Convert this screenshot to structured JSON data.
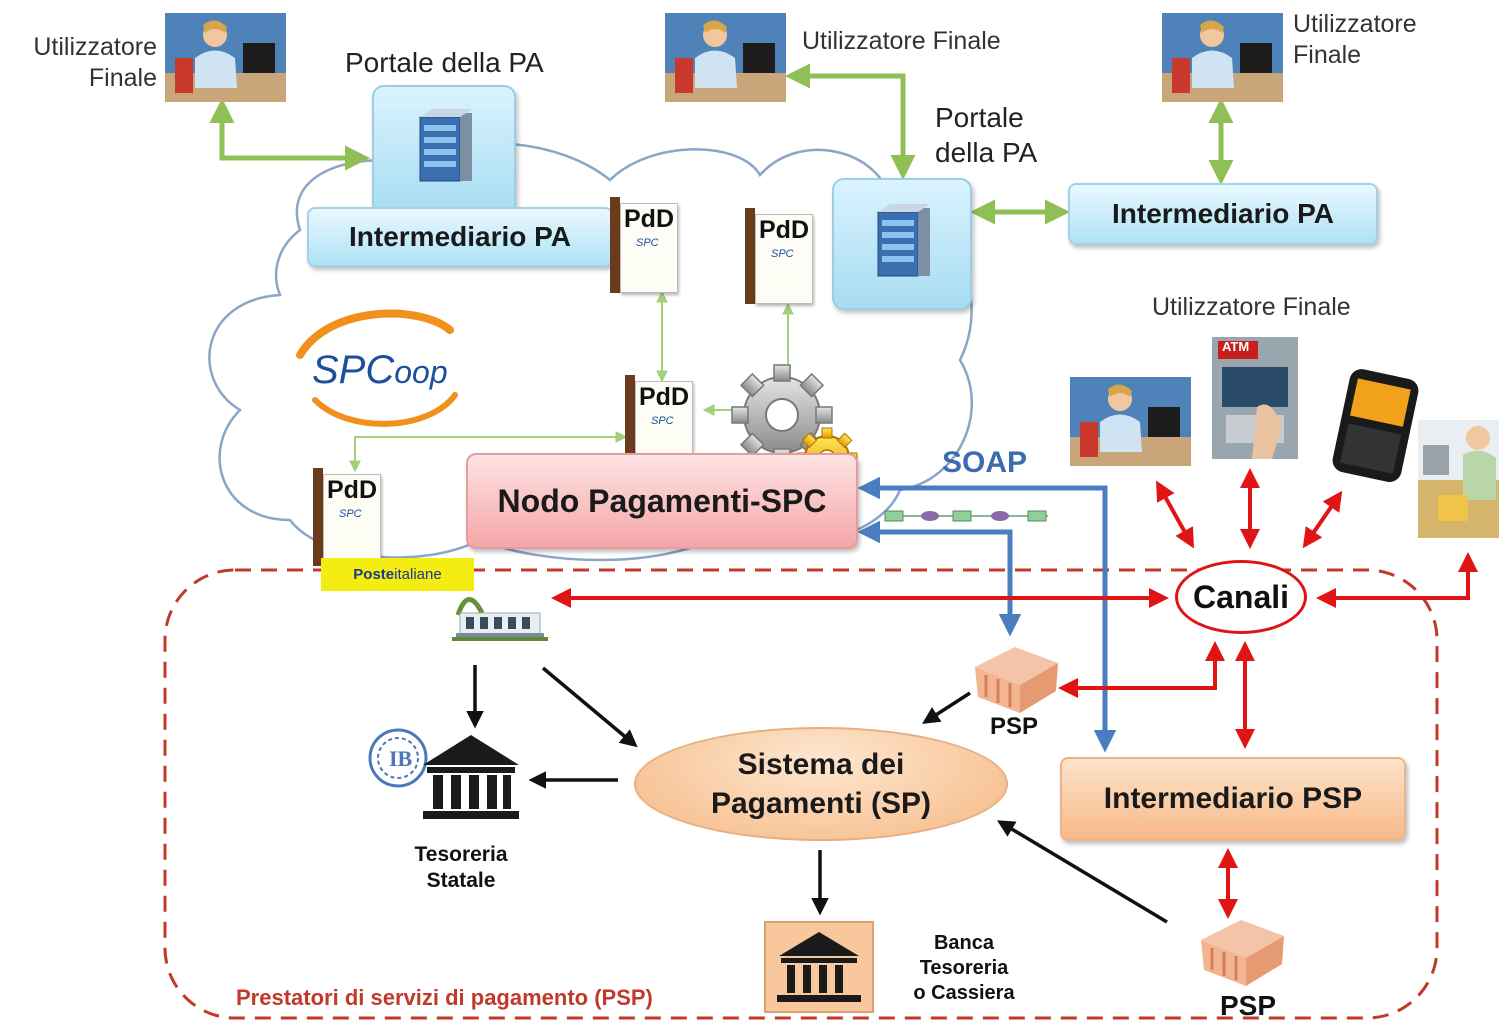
{
  "labels": {
    "utente_tl": "Utilizzatore\nFinale",
    "portale_pa_left": "Portale della PA",
    "utente_tm": "Utilizzatore Finale",
    "utente_tr": "Utilizzatore\nFinale",
    "portale_pa_right": "Portale\ndella PA",
    "intermediario_pa_left": "Intermediario PA",
    "intermediario_pa_right": "Intermediario PA",
    "utente_mr": "Utilizzatore Finale",
    "atm": "ATM",
    "spcoop_spc": "SPC",
    "spcoop_oop": "oop",
    "pdd": "PdD",
    "pdd_sub": "SPC",
    "soap": "SOAP",
    "nodo": "Nodo Pagamenti-SPC",
    "poste_bold": "Poste",
    "poste_light": "italiane",
    "canali": "Canali",
    "psp_mid": "PSP",
    "psp_bottom": "PSP",
    "sistema_pagamenti": "Sistema dei\nPagamenti (SP)",
    "intermediario_psp": "Intermediario PSP",
    "tesoreria": "Tesoreria\nStatale",
    "banca": "Banca\nTesoreria\no Cassiera",
    "prestatori": "Prestatori di servizi di pagamento (PSP)"
  },
  "icons": [
    "user-at-computer-icon",
    "server-icon",
    "pdd-door-icon",
    "gear-icon",
    "atm-icon",
    "mobile-phone-icon",
    "cashier-icon",
    "bank-building-icon",
    "bank-icon",
    "banca-italia-logo-icon",
    "tesoreria-building-icon",
    "banca-tesoreria-icon",
    "spcoop-logo-icon"
  ],
  "colors": {
    "green_arrow": "#8fbf55",
    "red_arrow": "#e01414",
    "blue_arrow": "#4a7cc0",
    "black_arrow": "#111111",
    "box_blue": "#aee3f6",
    "box_orange": "#f7b98a",
    "box_pink": "#f4a6a8",
    "dashed_frame": "#c0392b"
  }
}
